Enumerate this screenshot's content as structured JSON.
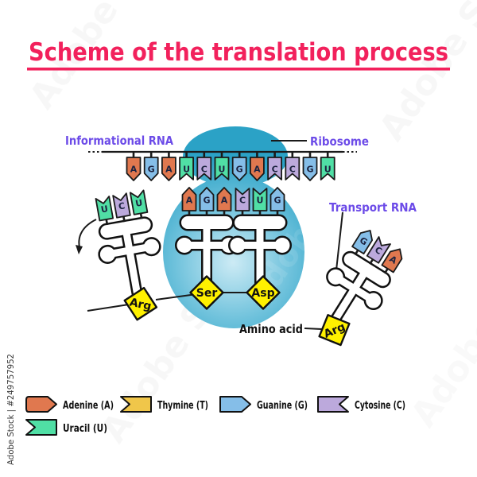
{
  "title": {
    "text": "Scheme of the translation process",
    "color": "#F2215C"
  },
  "labels": {
    "informational_rna": "Informational RNA",
    "ribosome": "Ribosome",
    "transport_rna": "Transport RNA",
    "amino_acid": "Amino acid",
    "purple": "#6C4BE8",
    "black": "#111111"
  },
  "nucleotide_colors": {
    "A": "#E0784F",
    "G": "#85BEE8",
    "C": "#BCA9DC",
    "U": "#50DFA5",
    "T": "#F0C64A"
  },
  "mrna_sequence": [
    "A",
    "G",
    "A",
    "U",
    "C",
    "U",
    "G",
    "A",
    "C",
    "C",
    "G",
    "U"
  ],
  "trnas": [
    {
      "id": "leaving",
      "anticodon": [
        "U",
        "C",
        "U"
      ],
      "amino_acid": "Arg"
    },
    {
      "id": "p-site",
      "anticodon": [
        "A",
        "G",
        "A"
      ],
      "amino_acid": "Ser"
    },
    {
      "id": "a-site",
      "anticodon": [
        "C",
        "U",
        "G"
      ],
      "amino_acid": "Asp"
    },
    {
      "id": "incoming",
      "anticodon": [
        "G",
        "C",
        "A"
      ],
      "amino_acid": "Arg"
    }
  ],
  "ribosome": {
    "edge_color": "#2BA2C6",
    "mid_color": "#6FC2DC",
    "center_color": "#CDEBF5"
  },
  "amino_acid_color": "#FFF100",
  "legend": [
    {
      "name": "Adenine (A)",
      "letter": "A",
      "shape": "arrow-rounded"
    },
    {
      "name": "Thymine (T)",
      "letter": "T",
      "shape": "notch-left"
    },
    {
      "name": "Guanine (G)",
      "letter": "G",
      "shape": "arrow"
    },
    {
      "name": "Cytosine (C)",
      "letter": "C",
      "shape": "notch-right"
    },
    {
      "name": "Uracil (U)",
      "letter": "U",
      "shape": "notch-left"
    }
  ],
  "watermarks": {
    "side_text": "Adobe Stock | #249757952",
    "diagonal_text": "Adobe Stock"
  }
}
